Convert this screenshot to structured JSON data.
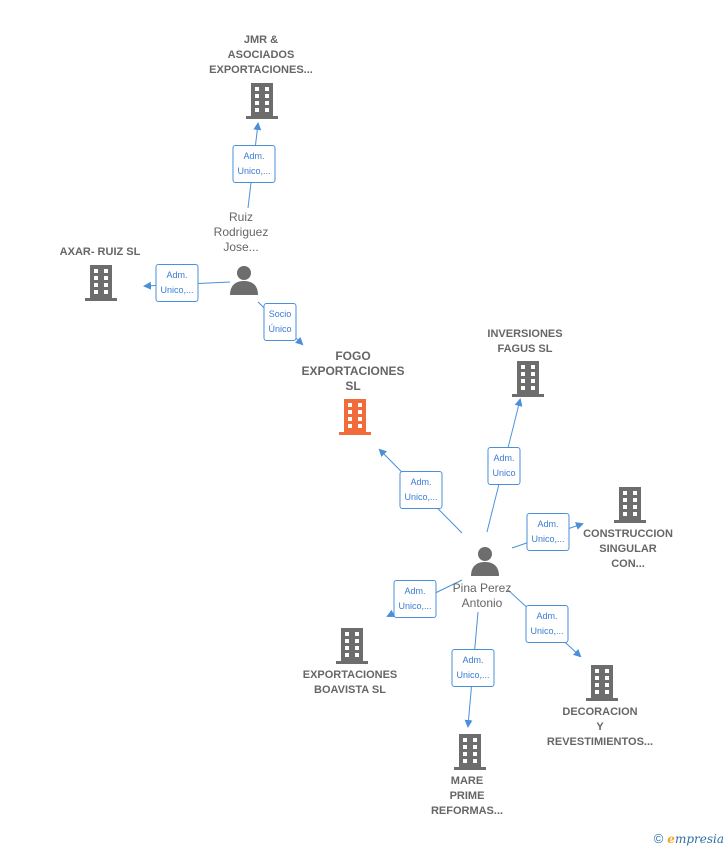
{
  "companies": {
    "jmr": {
      "lines": [
        "JMR &",
        "ASOCIADOS",
        "EXPORTACIONES..."
      ]
    },
    "axar": {
      "lines": [
        "AXAR- RUIZ  SL"
      ]
    },
    "fogo": {
      "lines": [
        "FOGO",
        "EXPORTACIONES",
        "SL"
      ]
    },
    "inversiones": {
      "lines": [
        "INVERSIONES",
        "FAGUS SL"
      ]
    },
    "construccion": {
      "lines": [
        "CONSTRUCCION",
        "SINGULAR",
        "CON..."
      ]
    },
    "boavista": {
      "lines": [
        "EXPORTACIONES",
        "BOAVISTA  SL"
      ]
    },
    "decoracion": {
      "lines": [
        "DECORACION",
        "Y",
        "REVESTIMIENTOS..."
      ]
    },
    "mare": {
      "lines": [
        "MARE",
        "PRIME",
        "REFORMAS..."
      ]
    }
  },
  "persons": {
    "ruiz": {
      "lines": [
        "Ruiz",
        "Rodriguez",
        "Jose..."
      ]
    },
    "pina": {
      "lines": [
        "Pina Perez",
        "Antonio"
      ]
    }
  },
  "edge_labels": {
    "ruiz_jmr": [
      "Adm.",
      "Unico,..."
    ],
    "ruiz_axar": [
      "Adm.",
      "Unico,..."
    ],
    "ruiz_fogo": [
      "Socio",
      "Único"
    ],
    "pina_fogo": [
      "Adm.",
      "Unico,..."
    ],
    "pina_inversiones": [
      "Adm.",
      "Unico"
    ],
    "pina_construccion": [
      "Adm.",
      "Unico,..."
    ],
    "pina_boavista": [
      "Adm.",
      "Unico,..."
    ],
    "pina_decoracion": [
      "Adm.",
      "Unico,..."
    ],
    "pina_mare": [
      "Adm.",
      "Unico,..."
    ]
  },
  "colors": {
    "edge": "#4a90d9",
    "building": "#6d6d6d",
    "highlight": "#f26b3a",
    "person": "#6d6d6d"
  },
  "footer": {
    "copyright": "©",
    "brand_initial": "e",
    "brand_rest": "mpresia"
  }
}
